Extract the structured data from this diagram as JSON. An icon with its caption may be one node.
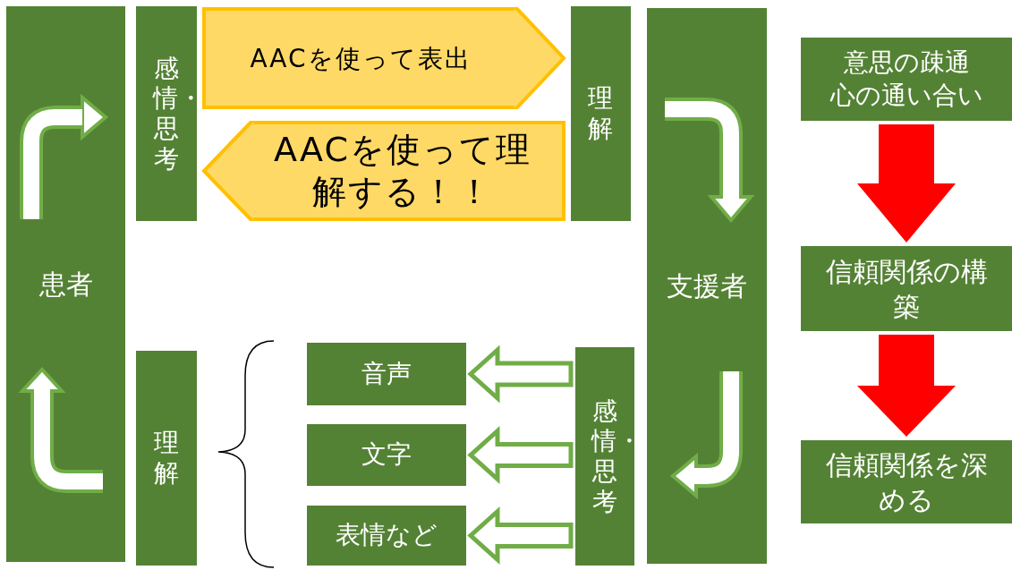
{
  "diagram": {
    "nodes": [
      {
        "text": [
          "患者"
        ]
      },
      {
        "text": [
          "感情・思考"
        ]
      },
      {
        "text": [
          "理解"
        ]
      },
      {
        "text": [
          "支援者"
        ]
      },
      {
        "text": [
          "意思の疎通",
          "心の通い合い"
        ]
      },
      {
        "text": [
          "信頼関係の構築"
        ]
      },
      {
        "text": [
          "信頼関係を深める"
        ]
      },
      {
        "text": [
          "理解"
        ]
      },
      {
        "text": [
          "音声"
        ]
      },
      {
        "text": [
          "文字"
        ]
      },
      {
        "text": [
          "表情など"
        ]
      },
      {
        "text": [
          "感情・思考"
        ]
      }
    ],
    "edges": [
      {
        "from": 1,
        "to": 2,
        "arrow": "to",
        "label": "AACを使って表出"
      },
      {
        "from": 2,
        "to": 1,
        "arrow": "to",
        "label": "AACを使って理解する！！"
      },
      {
        "from": 4,
        "to": 5,
        "arrow": "to",
        "color": "#ff0000"
      },
      {
        "from": 5,
        "to": 6,
        "arrow": "to",
        "color": "#ff0000"
      },
      {
        "from": 11,
        "to": 8,
        "arrow": "to"
      },
      {
        "from": 11,
        "to": 9,
        "arrow": "to"
      },
      {
        "from": 11,
        "to": 10,
        "arrow": "to"
      }
    ]
  }
}
